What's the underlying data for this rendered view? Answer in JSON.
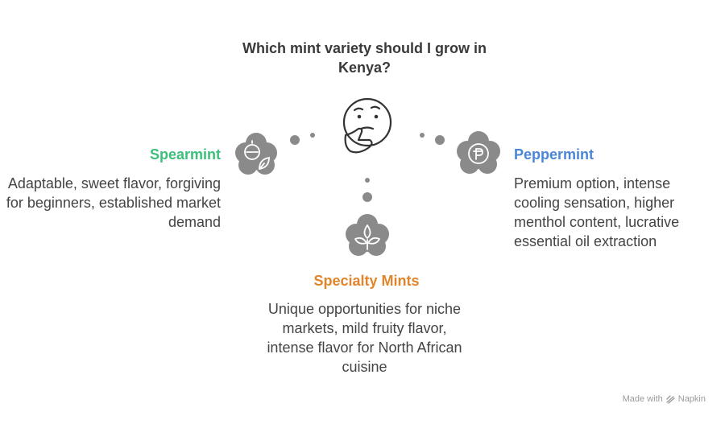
{
  "question": "Which mint variety should I grow in Kenya?",
  "options": {
    "spearmint": {
      "title": "Spearmint",
      "description": "Adaptable, sweet flavor, forgiving for beginners, established market demand",
      "icon": "leaf-coin-icon",
      "color": "#3bbf7a"
    },
    "peppermint": {
      "title": "Peppermint",
      "description": "Premium option, intense cooling sensation, higher menthol content, lucrative essential oil extraction",
      "icon": "peso-coin-icon",
      "color": "#4a86d6"
    },
    "specialty": {
      "title": "Specialty Mints",
      "description": "Unique opportunities for niche markets, mild fruity flavor, intense flavor for North African cuisine",
      "icon": "leaves-icon",
      "color": "#e0852b"
    }
  },
  "branding": {
    "text": "Made with",
    "brand": "Napkin"
  }
}
